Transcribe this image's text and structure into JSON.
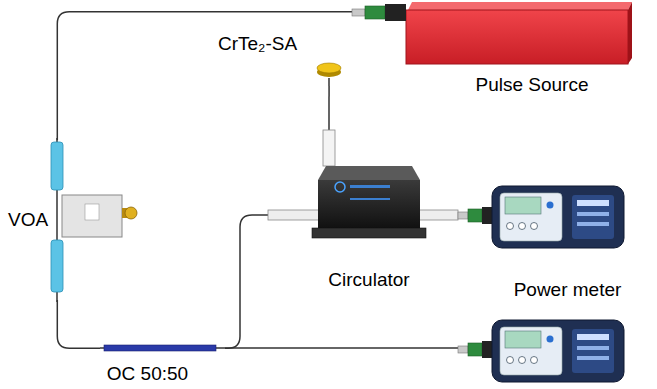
{
  "diagram": {
    "nodes": [
      {
        "text": [
          "Pulse Source"
        ]
      },
      {
        "text": [
          "CrTe₂-SA"
        ]
      },
      {
        "text": [
          "VOA"
        ]
      },
      {
        "text": [
          "Circulator"
        ]
      },
      {
        "text": [
          "Power meter"
        ]
      },
      {
        "text": [
          "OC 50:50"
        ]
      }
    ],
    "edges": [
      {
        "from": 0,
        "to": 2,
        "arrow": "none"
      },
      {
        "from": 2,
        "to": 5,
        "arrow": "none"
      },
      {
        "from": 5,
        "to": 3,
        "arrow": "none"
      },
      {
        "from": 3,
        "to": 1,
        "arrow": "none"
      },
      {
        "from": 3,
        "to": 4,
        "arrow": "none"
      }
    ]
  }
}
